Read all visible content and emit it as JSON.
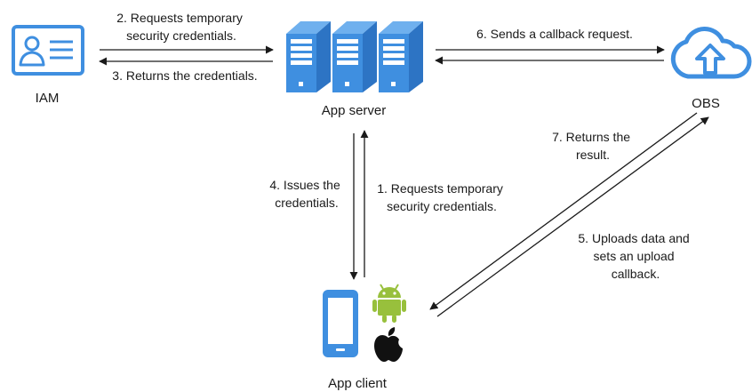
{
  "nodes": {
    "iam": {
      "label": "IAM",
      "icon": "id-card-icon"
    },
    "app_server": {
      "label": "App server",
      "icon": "server-rack-icon"
    },
    "obs": {
      "label": "OBS",
      "icon": "cloud-upload-icon"
    },
    "app_client": {
      "label": "App client",
      "icons": [
        "smartphone-icon",
        "android-icon",
        "apple-icon"
      ]
    }
  },
  "steps": {
    "s1": {
      "lines": [
        "1. Requests temporary",
        "security credentials."
      ]
    },
    "s2": {
      "lines": [
        "2. Requests temporary",
        "security credentials."
      ]
    },
    "s3": {
      "lines": [
        "3. Returns the credentials."
      ]
    },
    "s4": {
      "lines": [
        "4. Issues the",
        "credentials."
      ]
    },
    "s5": {
      "lines": [
        "5. Uploads data and",
        "sets an upload",
        "callback."
      ]
    },
    "s6": {
      "lines": [
        "6. Sends a callback request."
      ]
    },
    "s7": {
      "lines": [
        "7. Returns the",
        "result."
      ]
    }
  },
  "colors": {
    "icon_blue": "#3f8fe0",
    "icon_blue_dark": "#2d74c4",
    "android_green": "#98c03c",
    "arrow": "#1a1a1a",
    "text": "#1a1a1a"
  }
}
